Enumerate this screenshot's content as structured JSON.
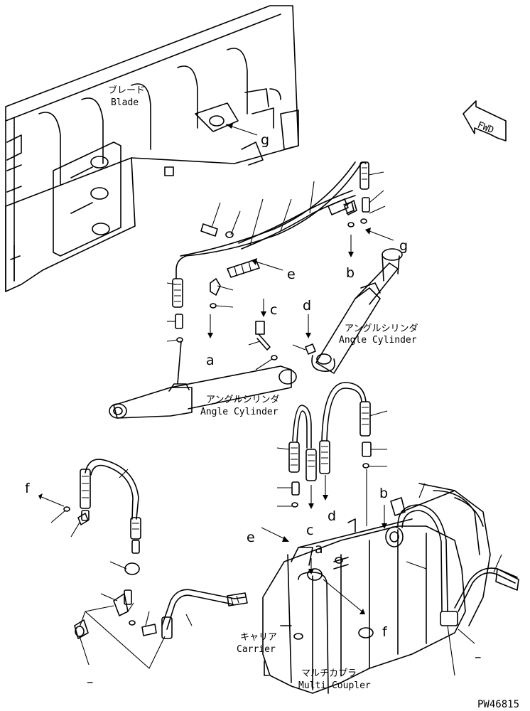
{
  "labels": {
    "blade_jp": "ブレード",
    "blade_en": "Blade",
    "fwd": "FWD",
    "angle_cyl_jp": "アングルシリンダ",
    "angle_cyl_en": "Angle Cylinder",
    "carrier_jp": "キャリア",
    "carrier_en": "Carrier",
    "multi_coupler_jp": "マルチカプラ",
    "multi_coupler_en": "Multi Coupler",
    "drawing_code": "PW46815"
  },
  "letters": {
    "a": "a",
    "b": "b",
    "c": "c",
    "d": "d",
    "e": "e",
    "f": "f",
    "g": "g",
    "dash": "–"
  }
}
